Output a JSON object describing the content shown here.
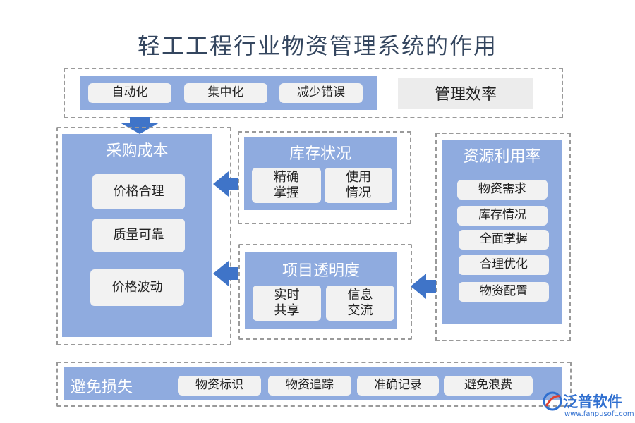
{
  "title": "轻工工程行业物资管理系统的作用",
  "efficiency": {
    "items": [
      "自动化",
      "集中化",
      "减少错误"
    ],
    "label": "管理效率"
  },
  "procurement": {
    "title": "采购成本",
    "items": [
      "价格合理",
      "质量可靠",
      "价格波动"
    ]
  },
  "inventory": {
    "title": "库存状况",
    "items": [
      "精确\n掌握",
      "使用\n情况"
    ]
  },
  "transparency": {
    "title": "项目透明度",
    "items": [
      "实时\n共享",
      "信息\n交流"
    ]
  },
  "resources": {
    "title": "资源利用率",
    "items": [
      "物资需求",
      "库存情况",
      "全面掌握",
      "合理优化",
      "物资配置"
    ]
  },
  "loss": {
    "title": "避免损失",
    "items": [
      "物资标识",
      "物资追踪",
      "准确记录",
      "避免浪费"
    ]
  },
  "logo": {
    "name": "泛普软件",
    "url": "www.fanpusoft.com"
  },
  "colors": {
    "panel": "#8fabdf",
    "arrow": "#3f74c8",
    "pill": "#f2f2f2",
    "title": "#34465f"
  }
}
